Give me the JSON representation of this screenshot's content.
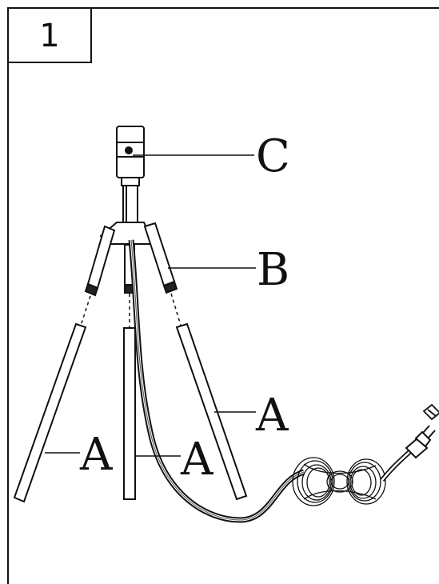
{
  "step": {
    "number": "1"
  },
  "callouts": {
    "socket": "C",
    "hub": "B",
    "leg_right": "A",
    "leg_left": "A",
    "leg_center": "A"
  },
  "colors": {
    "ink": "#111111",
    "paper": "#ffffff"
  }
}
